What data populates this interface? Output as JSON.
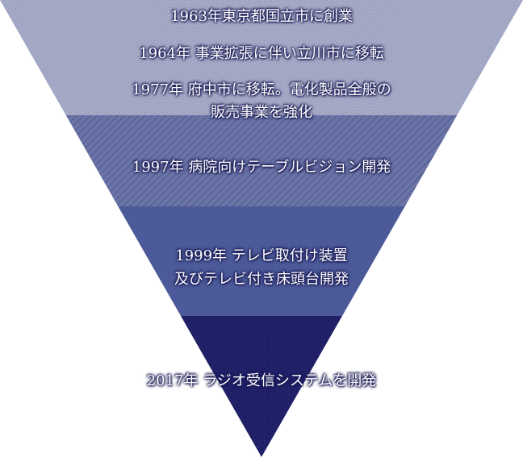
{
  "milestones": [
    {
      "lines": [
        "1963年東京都国立市に創業"
      ]
    },
    {
      "lines": [
        "1964年 事業拡張に伴い立川市に移転"
      ]
    },
    {
      "lines": [
        "1977年 府中市に移転。電化製品全般の",
        "販売事業を強化"
      ]
    },
    {
      "lines": [
        "1997年 病院向けテーブルビジョン開発"
      ]
    },
    {
      "lines": [
        "1999年 テレビ取付け装置",
        "及びテレビ付き床頭台開発"
      ]
    },
    {
      "lines": [
        "2017年 ラジオ受信システムを開発"
      ]
    }
  ],
  "colors": {
    "band_top": "#a9aec9",
    "band_top_dots": "#8a90b2",
    "band_second": "#6b74a6",
    "band_second_hatch": "#545e93",
    "band_third": "#4c5a99",
    "band_bottom": "#1f1f66",
    "band_bottom_grain": "#2a2a78",
    "text": "#ffffff",
    "text_glow": "#1a1a55"
  }
}
